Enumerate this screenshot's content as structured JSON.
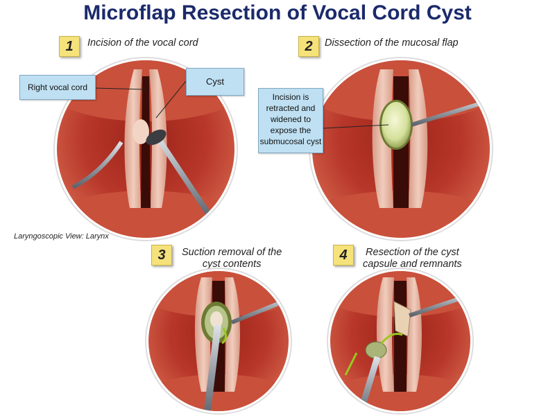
{
  "title": "Microflap Resection of Vocal Cord Cyst",
  "view_label": "Laryngoscopic View: Larynx",
  "steps": [
    {
      "number": "1",
      "label": "Incision of the vocal cord"
    },
    {
      "number": "2",
      "label": "Dissection of the mucosal flap"
    },
    {
      "number": "3",
      "label_line1": "Suction removal of the",
      "label_line2": "cyst contents"
    },
    {
      "number": "4",
      "label_line1": "Resection of the cyst",
      "label_line2": "capsule and remnants"
    }
  ],
  "callouts": {
    "right_vocal_cord": "Right vocal cord",
    "cyst": "Cyst",
    "incision_lines": [
      "Incision is",
      "retracted and",
      "widened to",
      "expose the",
      "submucosal cyst"
    ]
  },
  "colors": {
    "title": "#1b2a6b",
    "step_badge": "#f6e27a",
    "callout_fill": "#bfe0f2",
    "tissue": "#b8372a",
    "cord": "#e8b8a6",
    "cyst": "#d9e6a6",
    "instrument": "#9aa0a8",
    "arrow": "#9bc81e"
  },
  "icons": [
    "forceps-icon",
    "sickle-knife-icon",
    "suction-tube-icon",
    "arrow-icon"
  ]
}
